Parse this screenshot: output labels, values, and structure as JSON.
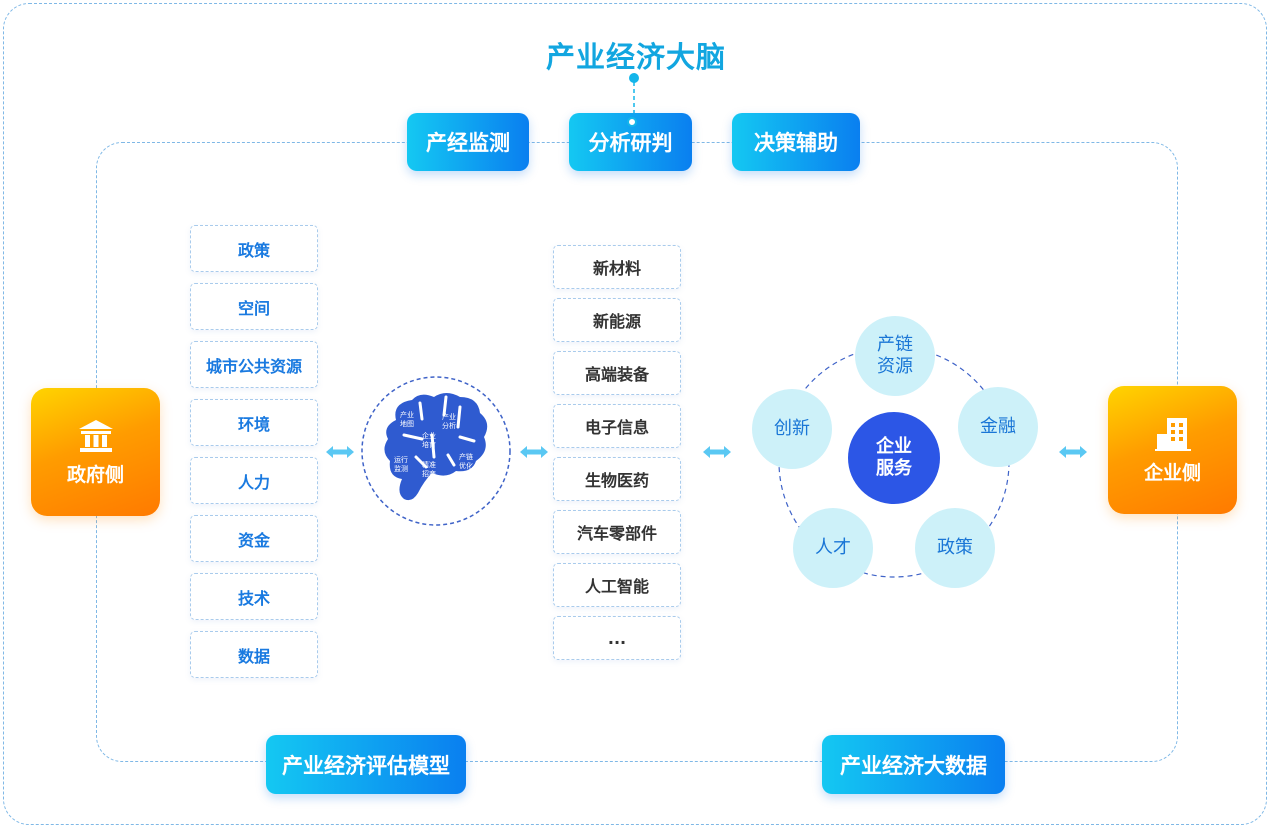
{
  "title": "产业经济大脑",
  "top_buttons": [
    "产经监测",
    "分析研判",
    "决策辅助"
  ],
  "left_side": {
    "label": "政府侧",
    "icon": "government-building-icon"
  },
  "right_side": {
    "label": "企业侧",
    "icon": "office-building-icon"
  },
  "gov_items": [
    "政策",
    "空间",
    "城市公共资源",
    "环境",
    "人力",
    "资金",
    "技术",
    "数据"
  ],
  "industry_items": [
    "新材料",
    "新能源",
    "高端装备",
    "电子信息",
    "生物医药",
    "汽车零部件",
    "人工智能",
    "..."
  ],
  "brain": {
    "icon": "brain-icon",
    "labels": [
      "产业\n地图",
      "产业\n分析",
      "企业\n培育",
      "运行\n监测",
      "产链\n优化",
      "精准\n招商"
    ]
  },
  "enterprise": {
    "center": "企业\n服务",
    "orbit": [
      "产链\n资源",
      "金融",
      "政策",
      "人才",
      "创新"
    ]
  },
  "bottom_buttons": [
    "产业经济评估模型",
    "产业经济大数据"
  ],
  "colors": {
    "accent": "#12a6e0",
    "button_gradient_start": "#14c8f2",
    "button_gradient_end": "#0a7ff0",
    "orange": "#ff8a00",
    "center_blue": "#2c56e6"
  }
}
